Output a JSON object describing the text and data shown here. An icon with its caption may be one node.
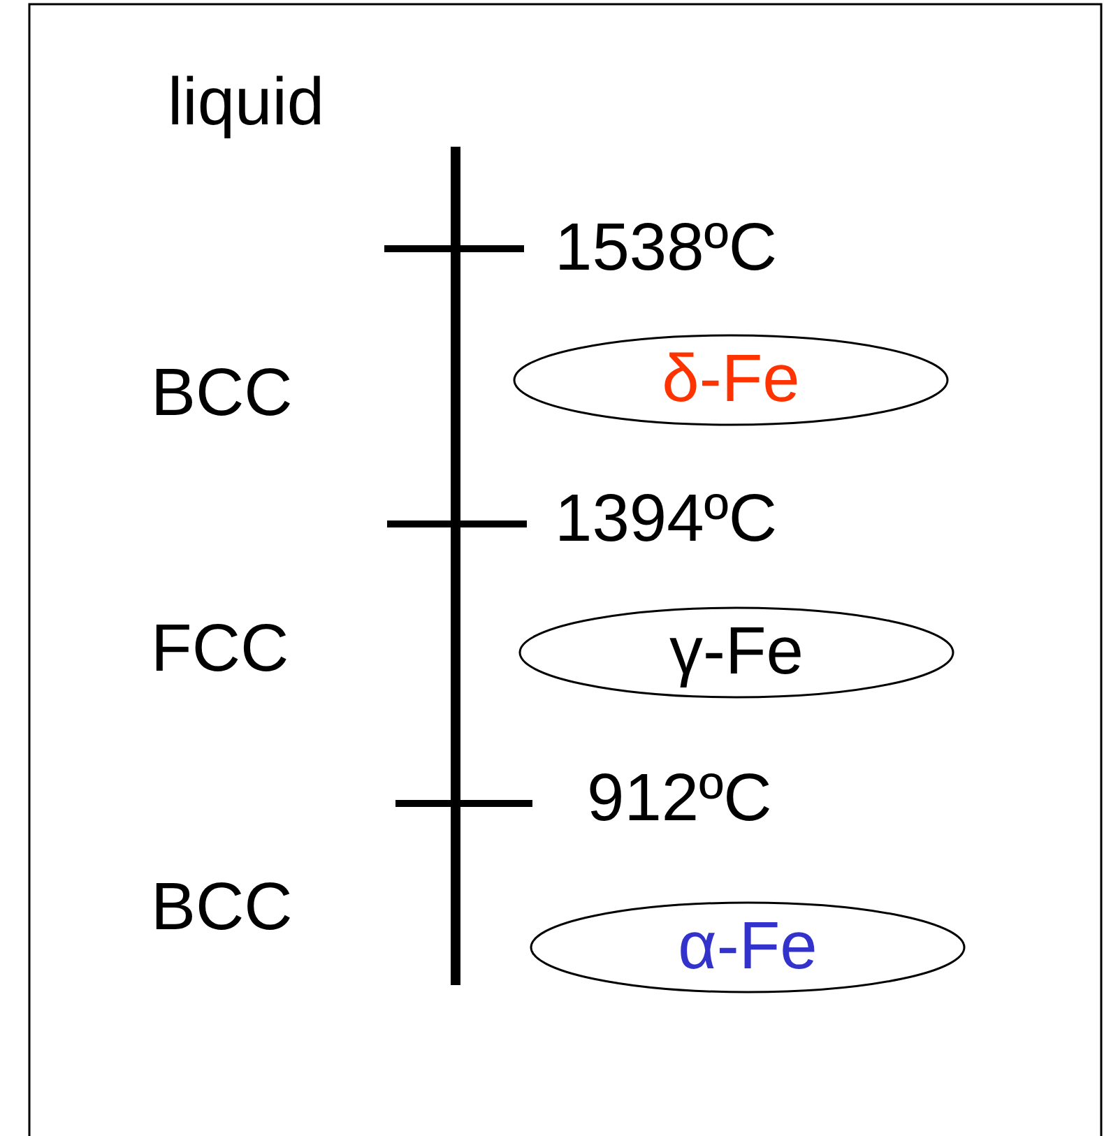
{
  "diagram": {
    "nodes": [
      {
        "text": [
          "δ-Fe"
        ]
      },
      {
        "text": [
          "γ-Fe"
        ]
      },
      {
        "text": [
          "α-Fe"
        ]
      }
    ],
    "labels": [
      "liquid",
      "1538ºC",
      "BCC",
      "1394ºC",
      "FCC",
      "912ºC",
      "BCC"
    ]
  }
}
